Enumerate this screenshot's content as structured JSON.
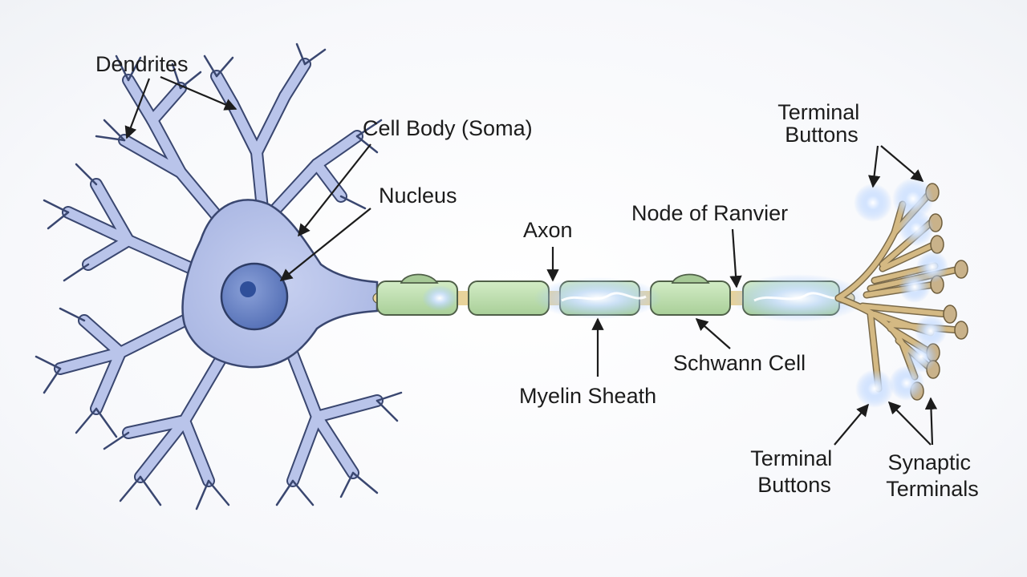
{
  "labels": {
    "dendrites": "Dendrites",
    "cell_body": "Cell Body (Soma)",
    "nucleus": "Nucleus",
    "axon": "Axon",
    "node_of_ranvier": "Node of Ranvier",
    "myelin_sheath": "Myelin Sheath",
    "schwann_cell": "Schwann Cell",
    "terminal_buttons_top_line1": "Terminal",
    "terminal_buttons_top_line2": "Buttons",
    "terminal_buttons_bottom_line1": "Terminal",
    "terminal_buttons_bottom_line2": "Buttons",
    "synaptic_terminals_line1": "Synaptic",
    "synaptic_terminals_line2": "Terminals"
  },
  "colors": {
    "soma_fill": "#b9c4ea",
    "soma_stroke": "#3a4770",
    "nucleus_fill": "#6f88c8",
    "nucleolus_fill": "#2f4f9a",
    "myelin_fill": "#bcdcae",
    "myelin_stroke": "#4f5f48",
    "node_fill": "#e8d39b",
    "terminal_branch": "#d4b983",
    "bouton_fill": "#c9b28a",
    "glow": "#9fc5ff"
  }
}
